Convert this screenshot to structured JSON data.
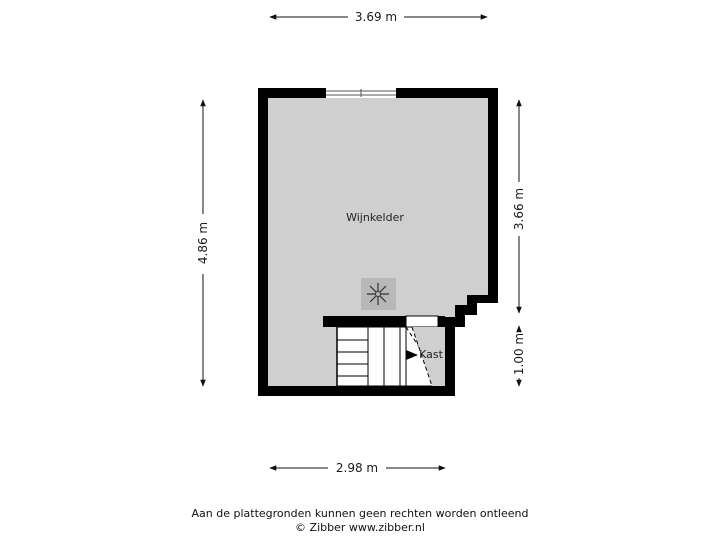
{
  "dimensions": {
    "top_width": "3.69 m",
    "bottom_width": "2.98 m",
    "left_height": "4.86 m",
    "right_upper_height": "3.66 m",
    "right_lower_height": "1.00 m"
  },
  "rooms": {
    "main": "Wijnkelder",
    "closet": "Kast"
  },
  "footer": {
    "disclaimer": "Aan de plattegronden kunnen geen rechten worden ontleend",
    "copyright": "© Zibber www.zibber.nl"
  },
  "colors": {
    "wall": "#000000",
    "floor": "#cfcfcf",
    "background": "#ffffff"
  }
}
